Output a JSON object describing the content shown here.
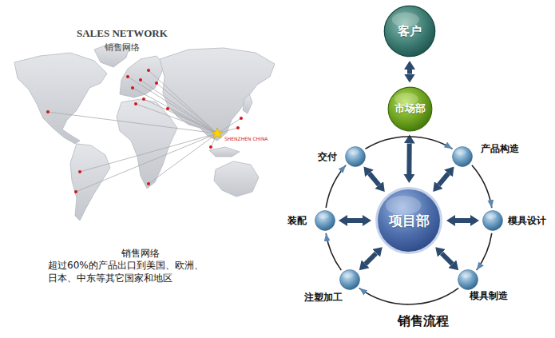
{
  "diagram": {
    "title": "销售流程",
    "nodes": [
      {
        "text": [
          "客户"
        ]
      },
      {
        "text": [
          "市场部"
        ]
      },
      {
        "text": [
          "项目部"
        ]
      },
      {
        "text": [
          "产品构造"
        ]
      },
      {
        "text": [
          "模具设计"
        ]
      },
      {
        "text": [
          "模具制造"
        ]
      },
      {
        "text": [
          "注塑加工"
        ]
      },
      {
        "text": [
          "装配"
        ]
      },
      {
        "text": [
          "交付"
        ]
      }
    ],
    "edges": [
      {
        "from": 0,
        "to": 1,
        "arrow": "both"
      },
      {
        "from": 1,
        "to": 2,
        "arrow": "both"
      },
      {
        "from": 2,
        "to": 3,
        "arrow": "both"
      },
      {
        "from": 2,
        "to": 4,
        "arrow": "both"
      },
      {
        "from": 2,
        "to": 5,
        "arrow": "both"
      },
      {
        "from": 2,
        "to": 6,
        "arrow": "both"
      },
      {
        "from": 2,
        "to": 7,
        "arrow": "both"
      },
      {
        "from": 2,
        "to": 8,
        "arrow": "both"
      },
      {
        "from": 3,
        "to": 4,
        "arrow": "to"
      },
      {
        "from": 4,
        "to": 5,
        "arrow": "to"
      },
      {
        "from": 5,
        "to": 6,
        "arrow": "to"
      },
      {
        "from": 6,
        "to": 7,
        "arrow": "to"
      },
      {
        "from": 7,
        "to": 8,
        "arrow": "to"
      },
      {
        "from": 8,
        "to": 3,
        "arrow": "to"
      }
    ],
    "labels": [
      "SALES NETWORK",
      "销售网络",
      "SHENZHEN CHINA",
      "销售网络",
      "超过60%的产品出口到美国、欧洲、 日本、中东等其它国家和地区"
    ]
  }
}
